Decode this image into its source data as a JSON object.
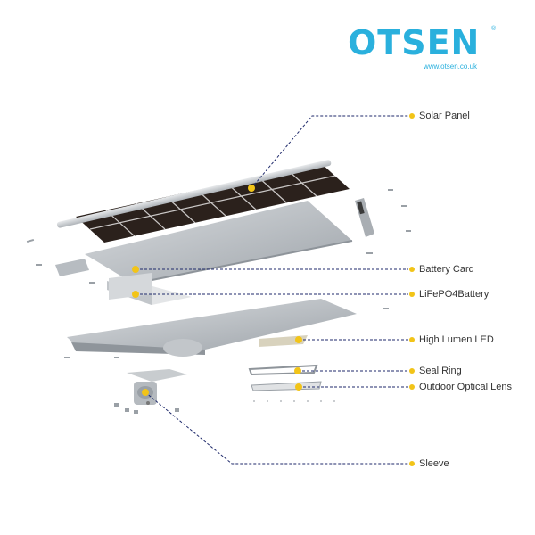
{
  "brand": {
    "name": "OTSEN",
    "registered_mark": "®",
    "url": "www.otsen.co.uk",
    "color": "#2ab0dd"
  },
  "colors": {
    "leader_line": "#1f2a6b",
    "dot": "#f2c418",
    "panel_cell": "#2b211c",
    "metal": "#c9ccd0"
  },
  "callouts": [
    {
      "id": "solar-panel",
      "label": "Solar Panel"
    },
    {
      "id": "battery-card",
      "label": "Battery Card"
    },
    {
      "id": "lifepo4-battery",
      "label": "LiFePO4Battery"
    },
    {
      "id": "high-lumen-led",
      "label": "High Lumen LED"
    },
    {
      "id": "seal-ring",
      "label": "Seal Ring"
    },
    {
      "id": "outdoor-optical-lens",
      "label": "Outdoor Optical Lens"
    },
    {
      "id": "sleeve",
      "label": "Sleeve"
    }
  ]
}
